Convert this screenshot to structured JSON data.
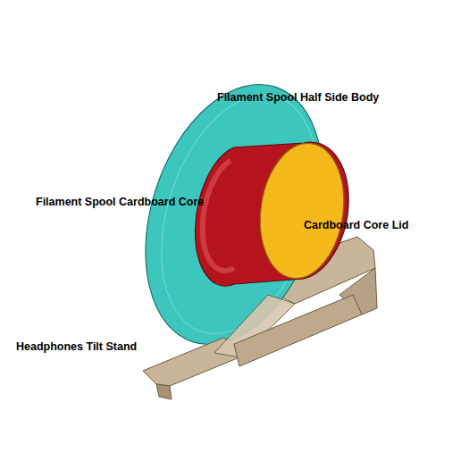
{
  "diagram": {
    "labels": [
      "Filament Spool Half Side Body",
      "Filament Spool Cardboard Core",
      "Cardboard Core Lid",
      "Headphones Tilt Stand"
    ]
  }
}
